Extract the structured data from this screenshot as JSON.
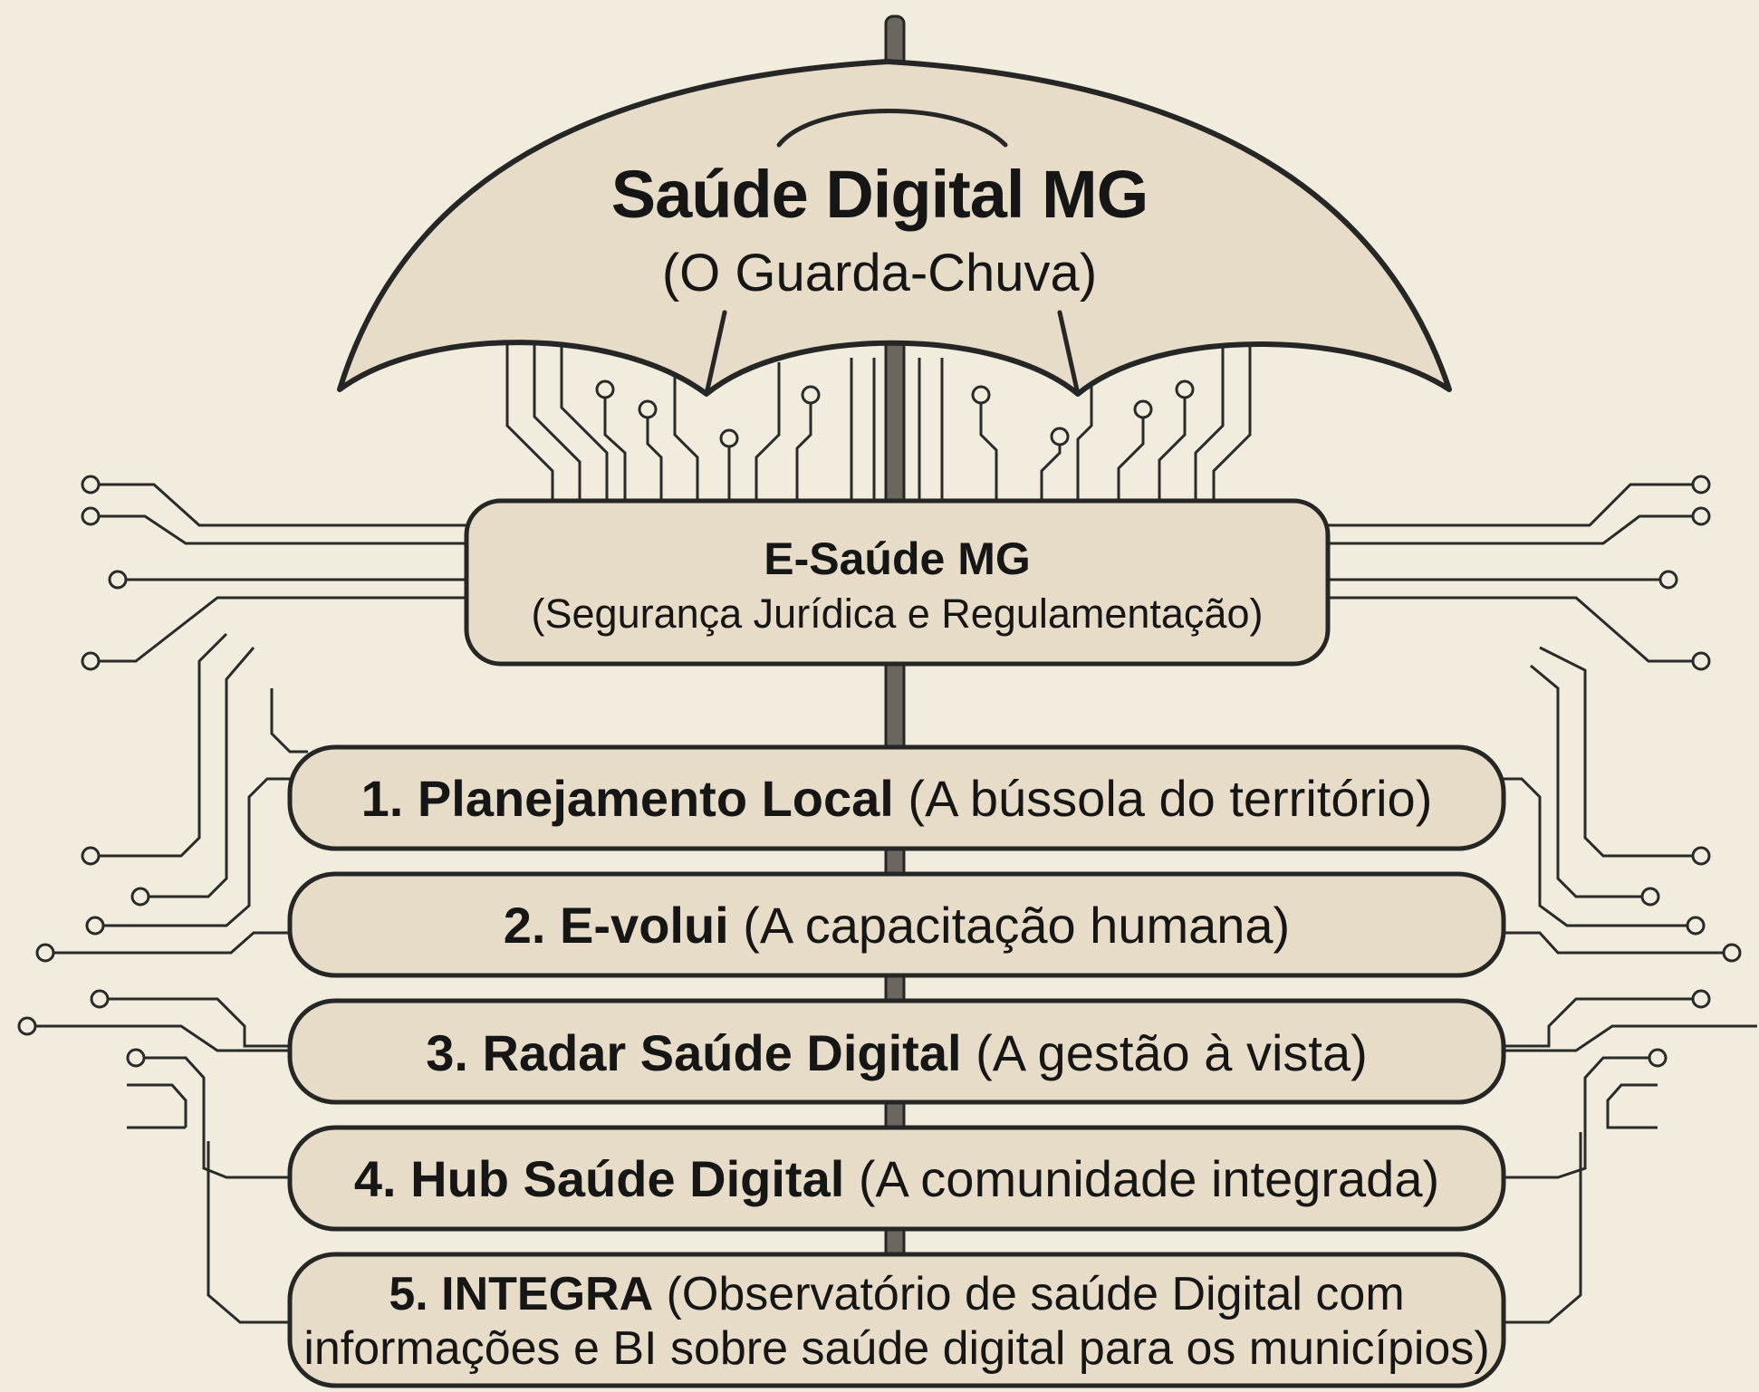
{
  "umbrella": {
    "title": "Saúde Digital MG",
    "subtitle": "(O Guarda-Chuva)"
  },
  "esaude": {
    "title": "E-Saúde MG",
    "subtitle": "(Segurança Jurídica e Regulamentação)"
  },
  "pillars": [
    {
      "name": "1. Planejamento Local",
      "desc": "(A bússola do território)"
    },
    {
      "name": "2. E-volui",
      "desc": "(A capacitação humana)"
    },
    {
      "name": "3. Radar Saúde Digital",
      "desc": "(A gestão à vista)"
    },
    {
      "name": "4. Hub Saúde Digital",
      "desc": "(A comunidade integrada)"
    },
    {
      "name": "5. INTEGRA",
      "desc": "(Observatório de saúde Digital com",
      "desc_line2": "informações e BI sobre saúde digital para os municípios)"
    }
  ],
  "colors": {
    "background": "#f1ecde",
    "fill": "#e6dcc7",
    "stroke": "#262626",
    "pole": "#6b665e"
  }
}
